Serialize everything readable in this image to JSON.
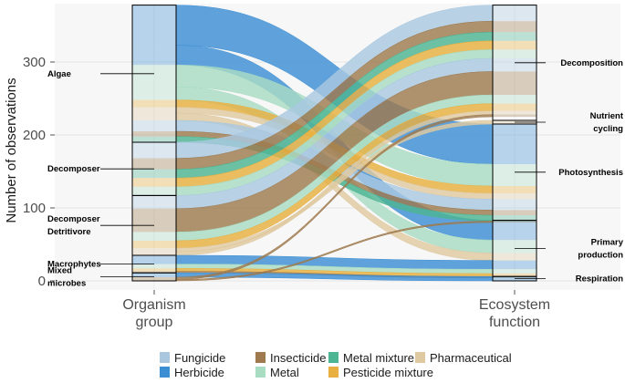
{
  "chart_data": {
    "type": "alluvial",
    "ylabel": "Number of observations",
    "ylim": [
      0,
      380
    ],
    "yticks": [
      0,
      100,
      200,
      300
    ],
    "axes": [
      "Organism\ngroup",
      "Ecosystem\nfunction"
    ],
    "left_nodes": [
      {
        "label": "Algae",
        "value": 188
      },
      {
        "label": "Decomposer",
        "value": 73
      },
      {
        "label": "Decomposer\nDetritivore",
        "value": 82
      },
      {
        "label": "Macrophytes",
        "value": 24
      },
      {
        "label": "Mixed\nmicrobes",
        "value": 11
      }
    ],
    "right_nodes": [
      {
        "label": "Decomposition",
        "value": 158
      },
      {
        "label": "Nutrient\ncycling",
        "value": 5
      },
      {
        "label": "Photosynthesis",
        "value": 132
      },
      {
        "label": "Primary\nproduction",
        "value": 77
      },
      {
        "label": "Respiration",
        "value": 6
      }
    ],
    "series": [
      "Fungicide",
      "Herbicide",
      "Insecticide",
      "Metal",
      "Metal mixture",
      "Pesticide mixture",
      "Pharmaceutical"
    ],
    "colors": {
      "Fungicide": "#a9c8e0",
      "Herbicide": "#3d8fd4",
      "Insecticide": "#9e7a4e",
      "Metal": "#a8dcc3",
      "Metal mixture": "#4db593",
      "Pesticide mixture": "#e8b040",
      "Pharmaceutical": "#dfc9a0"
    },
    "flows": [
      {
        "from": "Algae",
        "to": "Photosynthesis",
        "series": "Herbicide",
        "value": 55
      },
      {
        "from": "Algae",
        "to": "Primary production",
        "series": "Herbicide",
        "value": 27
      },
      {
        "from": "Algae",
        "to": "Photosynthesis",
        "series": "Metal",
        "value": 30
      },
      {
        "from": "Algae",
        "to": "Primary production",
        "series": "Metal",
        "value": 18
      },
      {
        "from": "Algae",
        "to": "Photosynthesis",
        "series": "Pesticide mixture",
        "value": 10
      },
      {
        "from": "Algae",
        "to": "Photosynthesis",
        "series": "Pharmaceutical",
        "value": 8
      },
      {
        "from": "Algae",
        "to": "Primary production",
        "series": "Pharmaceutical",
        "value": 10
      },
      {
        "from": "Algae",
        "to": "Photosynthesis",
        "series": "Fungicide",
        "value": 15
      },
      {
        "from": "Algae",
        "to": "Photosynthesis",
        "series": "Insecticide",
        "value": 7
      },
      {
        "from": "Algae",
        "to": "Photosynthesis",
        "series": "Metal mixture",
        "value": 8
      },
      {
        "from": "Decomposer",
        "to": "Decomposition",
        "series": "Fungicide",
        "value": 22
      },
      {
        "from": "Decomposer",
        "to": "Decomposition",
        "series": "Insecticide",
        "value": 15
      },
      {
        "from": "Decomposer",
        "to": "Decomposition",
        "series": "Metal mixture",
        "value": 12
      },
      {
        "from": "Decomposer",
        "to": "Decomposition",
        "series": "Pesticide mixture",
        "value": 12
      },
      {
        "from": "Decomposer",
        "to": "Decomposition",
        "series": "Metal",
        "value": 12
      },
      {
        "from": "Decomposer Detritivore",
        "to": "Decomposition",
        "series": "Fungicide",
        "value": 18
      },
      {
        "from": "Decomposer Detritivore",
        "to": "Decomposition",
        "series": "Insecticide",
        "value": 32
      },
      {
        "from": "Decomposer Detritivore",
        "to": "Decomposition",
        "series": "Metal",
        "value": 12
      },
      {
        "from": "Decomposer Detritivore",
        "to": "Decomposition",
        "series": "Pesticide mixture",
        "value": 10
      },
      {
        "from": "Decomposer Detritivore",
        "to": "Nutrient cycling",
        "series": "Pharmaceutical",
        "value": 5
      },
      {
        "from": "Decomposer Detritivore",
        "to": "Decomposition",
        "series": "Pharmaceutical",
        "value": 5
      },
      {
        "from": "Macrophytes",
        "to": "Primary production",
        "series": "Herbicide",
        "value": 12
      },
      {
        "from": "Macrophytes",
        "to": "Primary production",
        "series": "Metal",
        "value": 6
      },
      {
        "from": "Macrophytes",
        "to": "Primary production",
        "series": "Pesticide mixture",
        "value": 4
      },
      {
        "from": "Macrophytes",
        "to": "Primary production",
        "series": "Insecticide",
        "value": 2
      },
      {
        "from": "Mixed microbes",
        "to": "Respiration",
        "series": "Herbicide",
        "value": 6
      },
      {
        "from": "Mixed microbes",
        "to": "Decomposition",
        "series": "Insecticide",
        "value": 3
      },
      {
        "from": "Mixed microbes",
        "to": "Photosynthesis",
        "series": "Insecticide",
        "value": 2
      }
    ],
    "legend_position": "bottom",
    "grid": true
  }
}
